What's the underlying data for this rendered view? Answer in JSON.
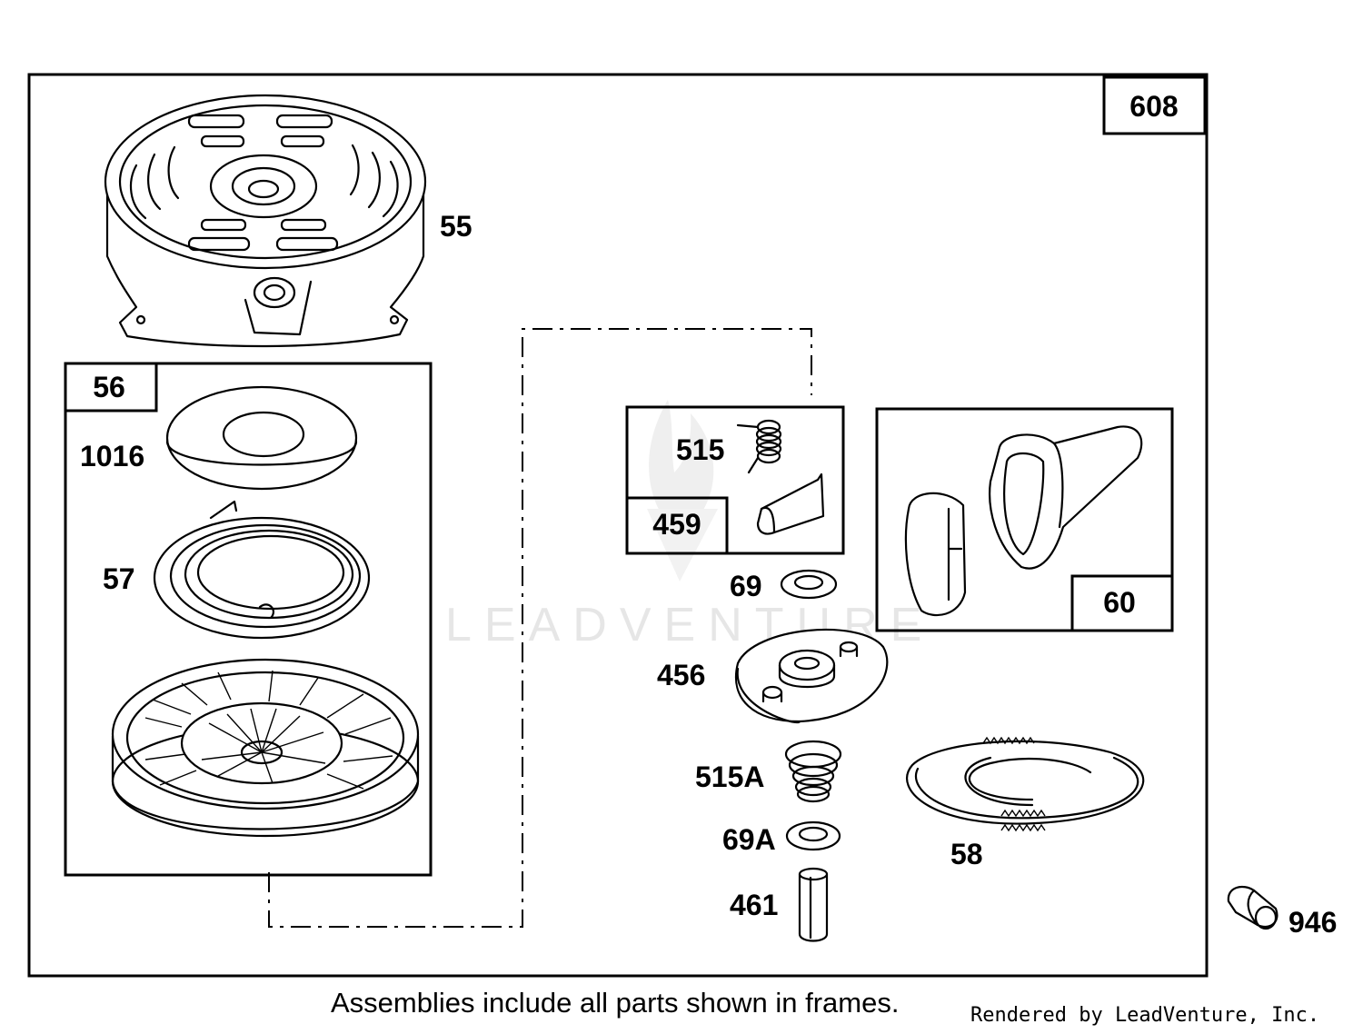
{
  "assembly_number": "608",
  "frames": {
    "starter_pulley": "56",
    "pawl_kit": "459",
    "handle": "60"
  },
  "parts": {
    "housing": "55",
    "spring_cup": "1016",
    "rewind_spring": "57",
    "pawl_spring": "515",
    "washer_69": "69",
    "retainer": "456",
    "spring_515a": "515A",
    "washer_69a": "69A",
    "pin": "461",
    "rope": "58",
    "clip": "946"
  },
  "watermark": "LEADVENTURE",
  "footer": {
    "note": "Assemblies include all parts shown in frames.",
    "credit": "Rendered by LeadVenture, Inc."
  }
}
